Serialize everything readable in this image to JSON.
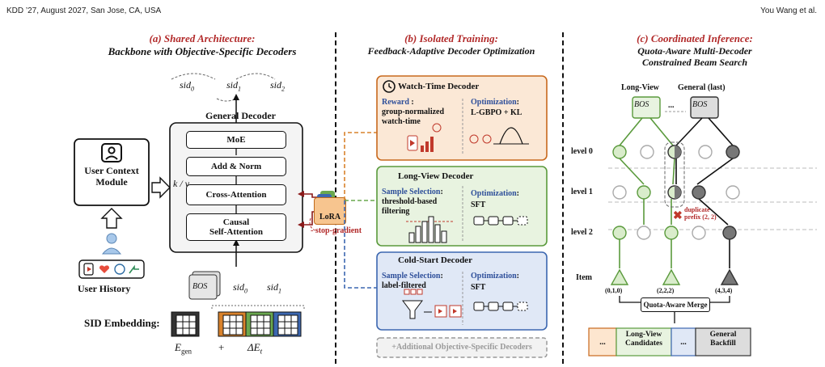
{
  "header": {
    "left": "KDD ’27, August 2027, San Jose, CA, USA",
    "right": "You Wang et al."
  },
  "panel_a": {
    "title": "(a) Shared Architecture:",
    "subtitle": "Backbone with Objective-Specific Decoders",
    "sid_top": [
      "sid0",
      "sid1",
      "sid2"
    ],
    "decoder_label": "General Decoder",
    "moe": "MoE",
    "addnorm": "Add & Norm",
    "cross": "Cross-Attention",
    "causal_1": "Causal",
    "causal_2": "Self-Attention",
    "kv": "k / v",
    "user_ctx_1": "User Context",
    "user_ctx_2": "Module",
    "user_history": "User History",
    "bos": "BOS",
    "sid_in": [
      "sid0",
      "sid1"
    ],
    "sid_embedding": "SID Embedding:",
    "egen": "E",
    "egen_sub": "gen",
    "plus": "+",
    "delta": "ΔE",
    "delta_sub": "t",
    "lora": "LoRA",
    "stopgrad": "- stop-gradient"
  },
  "panel_b": {
    "title": "(b) Isolated Training:",
    "subtitle": "Feedback-Adaptive Decoder Optimization",
    "watch": {
      "name": "Watch-Time Decoder",
      "reward": "Reward",
      "reward_desc_1": "group-normalized",
      "reward_desc_2": "watch-time",
      "opt": "Optimization",
      "opt_val": "L-GBPO + KL"
    },
    "longview": {
      "name": "Long-View Decoder",
      "sel": "Sample Selection",
      "sel_desc_1": "threshold-based",
      "sel_desc_2": "filtering",
      "opt": "Optimization",
      "opt_val": "SFT"
    },
    "cold": {
      "name": "Cold-Start Decoder",
      "sel": "Sample Selection",
      "sel_desc": "label-filtered",
      "opt": "Optimization",
      "opt_val": "SFT"
    },
    "additional": "+Additional Objective-Specific Decoders"
  },
  "panel_c": {
    "title": "(c) Coordinated Inference:",
    "subtitle_1": "Quota-Aware Multi-Decoder",
    "subtitle_2": "Constrained Beam Search",
    "long_view": "Long-View",
    "general": "General (last)",
    "bos": "BOS",
    "dots": "...",
    "levels": [
      "level 0",
      "level 1",
      "level 2"
    ],
    "item": "Item",
    "tuples": [
      "(0,1,0)",
      "(2,2,2)",
      "(4,3,4)"
    ],
    "dup_1": "duplicate",
    "dup_2": "prefix (2, 2)",
    "merge": "Quota-Aware Merge",
    "cand_dots": "...",
    "cand_long_1": "Long-View",
    "cand_long_2": "Candidates",
    "cand_dots2": "...",
    "cand_gen_1": "General",
    "cand_gen_2": "Backfill"
  },
  "colors": {
    "orange": "#d9822b",
    "green": "#6aa84f",
    "blue": "#3c67b0",
    "red": "#b22a2a"
  }
}
